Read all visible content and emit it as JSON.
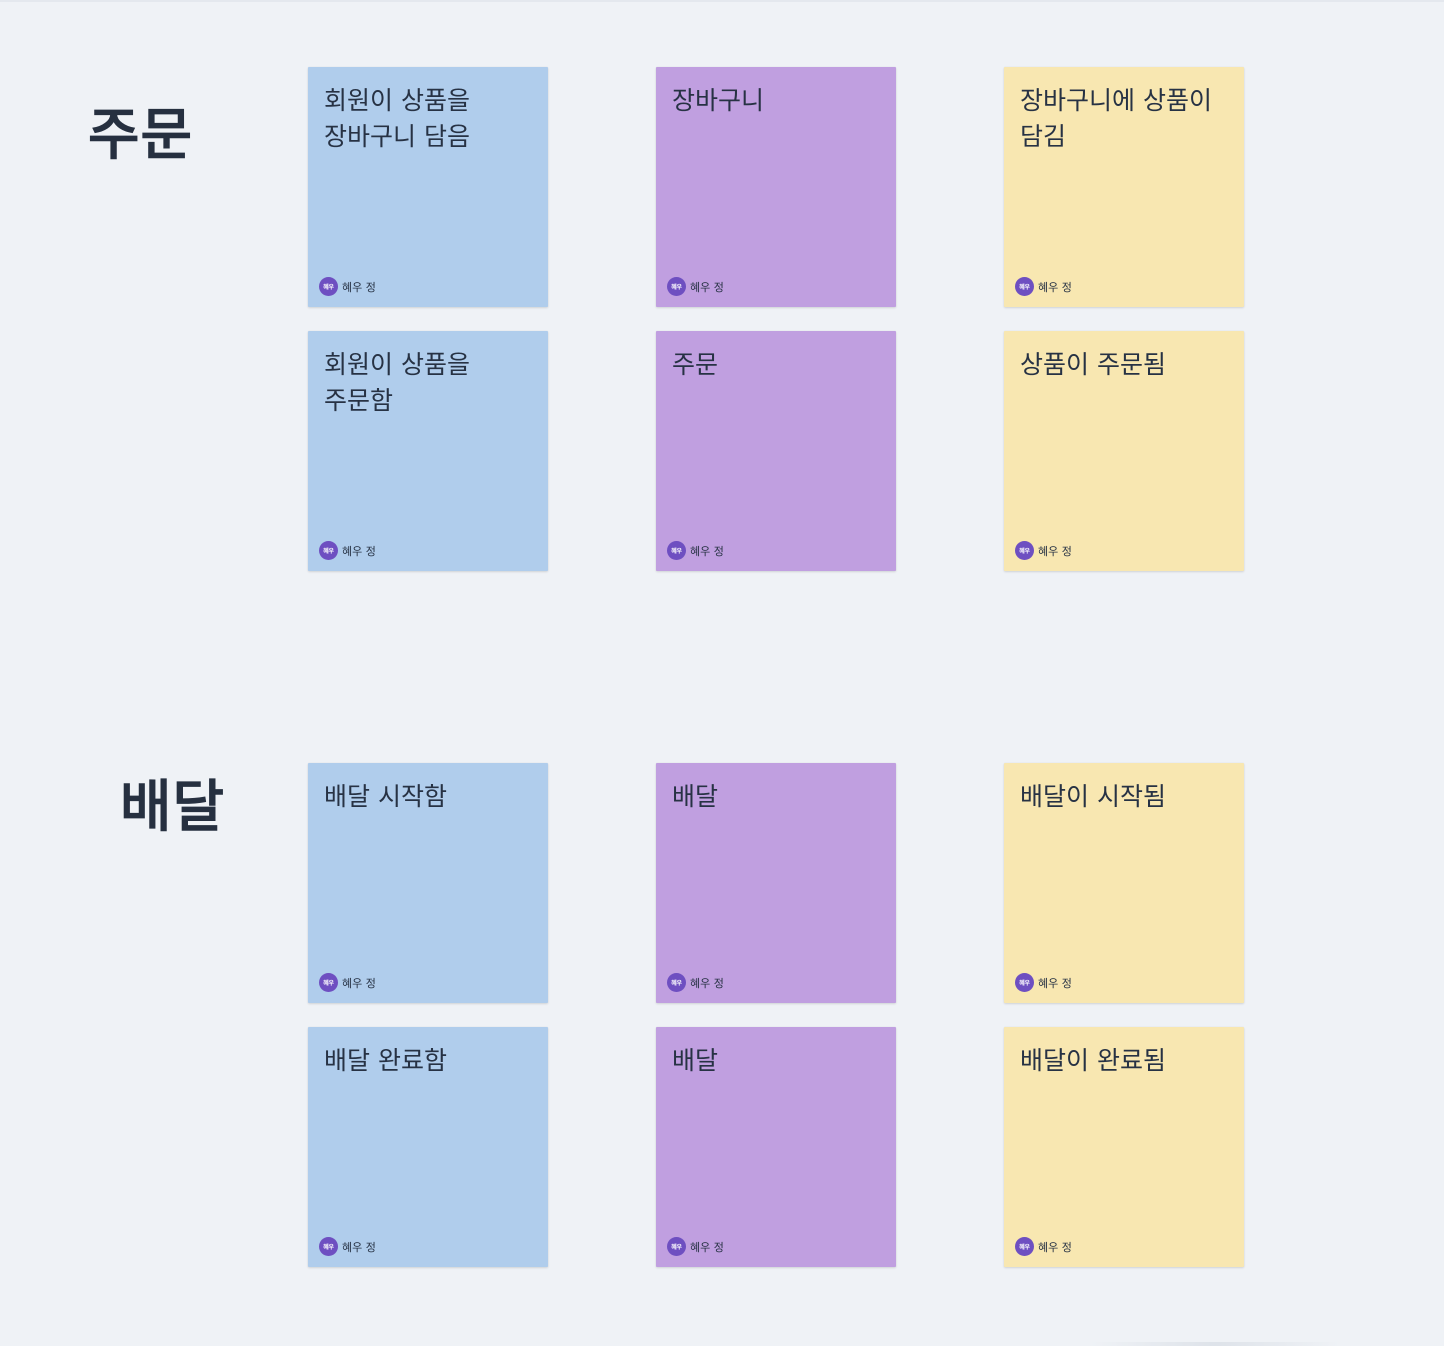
{
  "sections": [
    {
      "title": "주문"
    },
    {
      "title": "배달"
    }
  ],
  "notes": [
    {
      "text": "회원이 상품을\n장바구니 담음",
      "color": "#b0cdec",
      "author": {
        "initials": "혜우",
        "name": "혜우 정"
      }
    },
    {
      "text": "장바구니",
      "color": "#c09fe0",
      "author": {
        "initials": "혜우",
        "name": "혜우 정"
      }
    },
    {
      "text": "장바구니에 상품이\n담김",
      "color": "#f8e7b1",
      "author": {
        "initials": "혜우",
        "name": "혜우 정"
      }
    },
    {
      "text": "회원이 상품을\n주문함",
      "color": "#b0cdec",
      "author": {
        "initials": "혜우",
        "name": "혜우 정"
      }
    },
    {
      "text": "주문",
      "color": "#c09fe0",
      "author": {
        "initials": "혜우",
        "name": "혜우 정"
      }
    },
    {
      "text": "상품이 주문됨",
      "color": "#f8e7b1",
      "author": {
        "initials": "혜우",
        "name": "혜우 정"
      }
    },
    {
      "text": "배달 시작함",
      "color": "#b0cdec",
      "author": {
        "initials": "혜우",
        "name": "혜우 정"
      }
    },
    {
      "text": "배달",
      "color": "#c09fe0",
      "author": {
        "initials": "혜우",
        "name": "혜우 정"
      }
    },
    {
      "text": "배달이 시작됨",
      "color": "#f8e7b1",
      "author": {
        "initials": "혜우",
        "name": "혜우 정"
      }
    },
    {
      "text": "배달 완료함",
      "color": "#b0cdec",
      "author": {
        "initials": "혜우",
        "name": "혜우 정"
      }
    },
    {
      "text": "배달",
      "color": "#c09fe0",
      "author": {
        "initials": "혜우",
        "name": "혜우 정"
      }
    },
    {
      "text": "배달이 완료됨",
      "color": "#f8e7b1",
      "author": {
        "initials": "혜우",
        "name": "혜우 정"
      }
    }
  ],
  "colors": {
    "background": "#eff2f6",
    "title_text": "#263040",
    "avatar": "#6e4fc1"
  }
}
